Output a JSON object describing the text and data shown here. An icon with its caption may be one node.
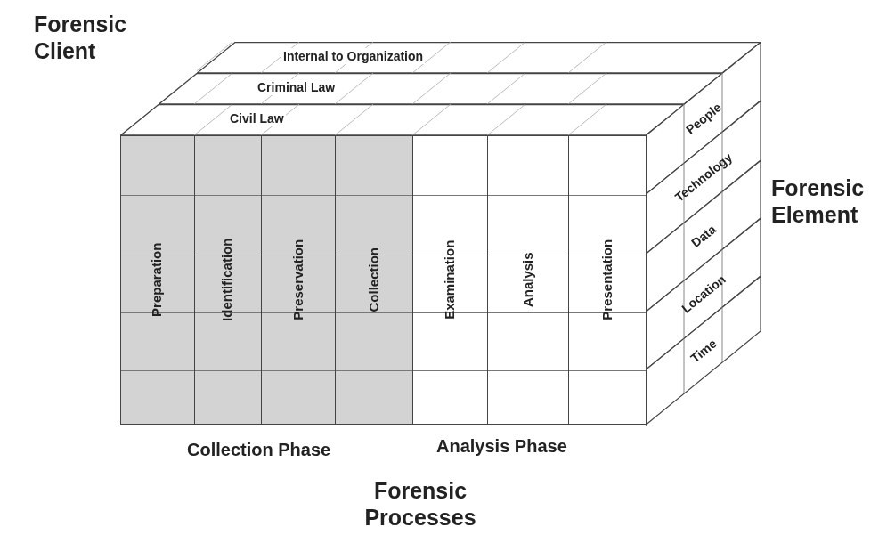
{
  "diagram": {
    "nodes": [
      {
        "text": [
          "Internal to Organization"
        ]
      },
      {
        "text": [
          "Criminal Law"
        ]
      },
      {
        "text": [
          "Civil Law"
        ]
      },
      {
        "text": [
          "Preparation"
        ]
      },
      {
        "text": [
          "Identification"
        ]
      },
      {
        "text": [
          "Preservation"
        ]
      },
      {
        "text": [
          "Collection"
        ]
      },
      {
        "text": [
          "Examination"
        ]
      },
      {
        "text": [
          "Analysis"
        ]
      },
      {
        "text": [
          "Presentation"
        ]
      },
      {
        "text": [
          "People"
        ]
      },
      {
        "text": [
          "Technology"
        ]
      },
      {
        "text": [
          "Data"
        ]
      },
      {
        "text": [
          "Location"
        ]
      },
      {
        "text": [
          "Time"
        ]
      }
    ],
    "labels": [
      "Forensic Client",
      "Forensic Element",
      "Collection Phase",
      "Analysis Phase",
      "Forensic Processes"
    ]
  }
}
